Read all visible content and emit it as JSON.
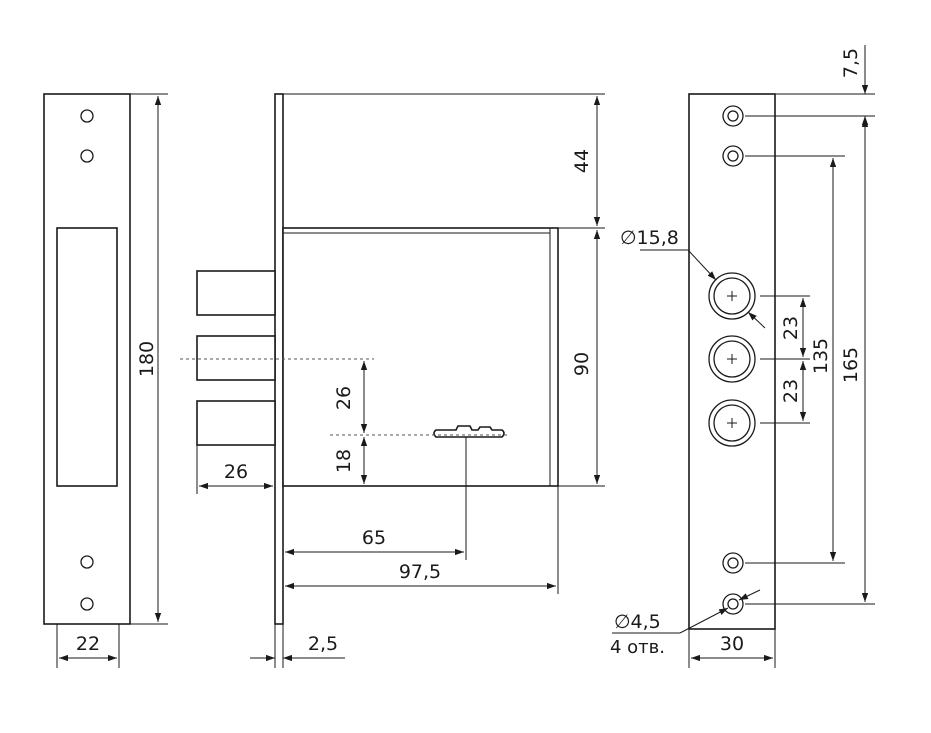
{
  "strike_plate": {
    "height_label": "180",
    "width_label": "22"
  },
  "lock_body": {
    "top_offset_label": "44",
    "case_height_label": "90",
    "bolt_spacing_label": "26",
    "key_offset_label": "18",
    "bolt_projection_label": "26",
    "backset_label": "65",
    "case_depth_label": "97,5",
    "plate_thickness_label": "2,5"
  },
  "face_plate": {
    "edge_offset_label": "7,5",
    "cylinder_diameter_label": "∅15,8",
    "bolt_pitch_upper_label": "23",
    "bolt_pitch_lower_label": "23",
    "inner_hole_spacing_label": "135",
    "outer_hole_spacing_label": "165",
    "screw_hole_diameter_label": "∅4,5",
    "screw_hole_count_label": "4 отв.",
    "width_label": "30"
  }
}
